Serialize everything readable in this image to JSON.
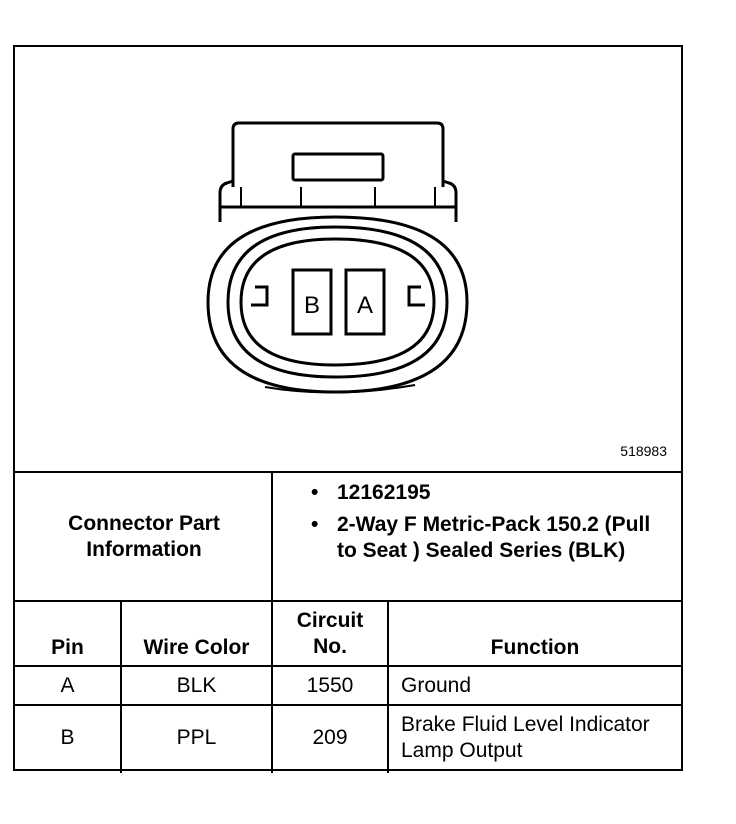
{
  "figure_number": "518983",
  "connector": {
    "cavity_labels": [
      "B",
      "A"
    ]
  },
  "part_info": {
    "label": "Connector Part Information",
    "items": [
      "12162195",
      "2-Way F Metric-Pack 150.2 (Pull to Seat ) Sealed Series (BLK)"
    ]
  },
  "table": {
    "headers": {
      "pin": "Pin",
      "wire_color": "Wire Color",
      "circuit": "Circuit No.",
      "function": "Function"
    },
    "rows": [
      {
        "pin": "A",
        "wire_color": "BLK",
        "circuit": "1550",
        "function": "Ground"
      },
      {
        "pin": "B",
        "wire_color": "PPL",
        "circuit": "209",
        "function": "Brake Fluid Level Indicator Lamp Output"
      }
    ]
  }
}
